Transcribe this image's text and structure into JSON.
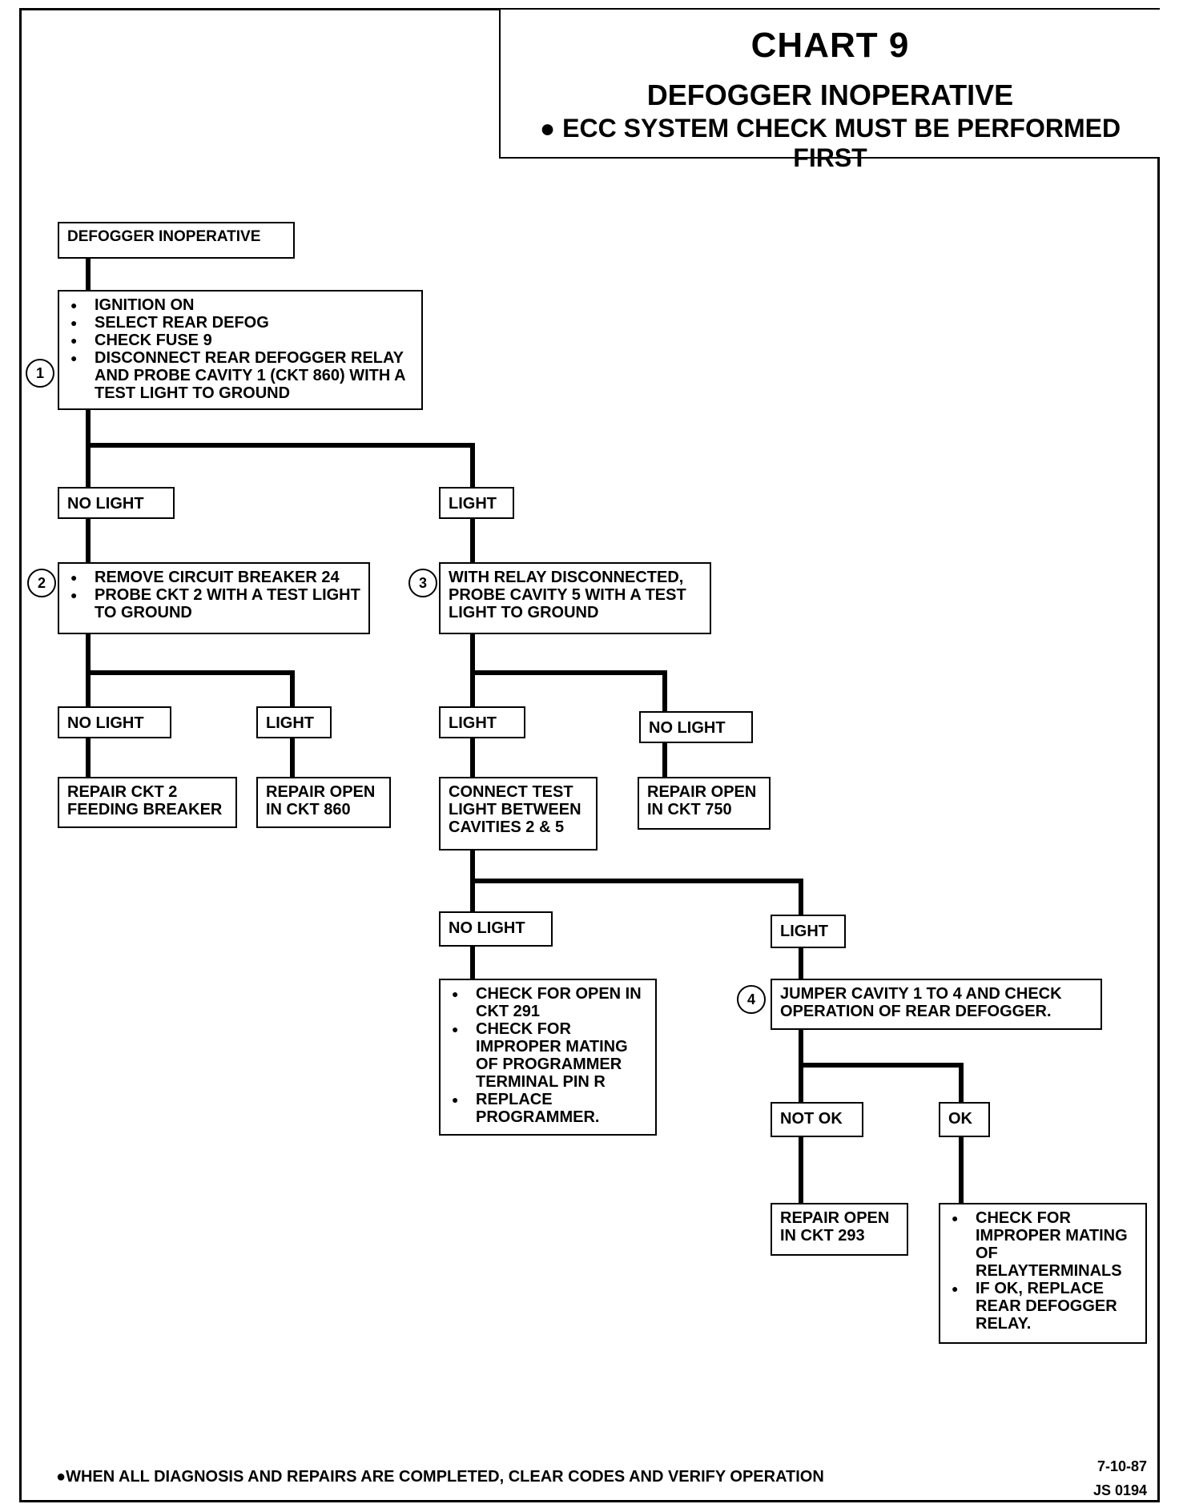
{
  "header": {
    "title": "CHART 9",
    "subtitle": "DEFOGGER INOPERATIVE",
    "note": "ECC SYSTEM CHECK MUST BE PERFORMED FIRST"
  },
  "nodes": {
    "start": "DEFOGGER INOPERATIVE",
    "step1": [
      "IGNITION ON",
      "SELECT REAR DEFOG",
      "CHECK FUSE 9",
      "DISCONNECT REAR DEFOGGER RELAY AND PROBE CAVITY 1 (CKT 860) WITH A TEST LIGHT TO GROUND"
    ],
    "step2": [
      "REMOVE CIRCUIT BREAKER 24",
      "PROBE CKT 2 WITH A TEST LIGHT TO GROUND"
    ],
    "step3": "WITH RELAY DISCONNECTED, PROBE CAVITY 5 WITH A TEST LIGHT TO GROUND",
    "repair_ckt2": "REPAIR CKT 2 FEEDING BREAKER",
    "repair_860": "REPAIR OPEN IN CKT 860",
    "connect_test": "CONNECT TEST LIGHT BETWEEN CAVITIES 2 & 5",
    "repair_750": "REPAIR OPEN IN CKT 750",
    "check_291": [
      "CHECK FOR OPEN IN CKT 291",
      "CHECK FOR IMPROPER MATING OF PROGRAMMER TERMINAL PIN R",
      "REPLACE PROGRAMMER."
    ],
    "step4": "JUMPER CAVITY 1 TO 4 AND CHECK OPERATION OF REAR DEFOGGER.",
    "repair_293": "REPAIR OPEN IN CKT 293",
    "check_relay": [
      "CHECK FOR IMPROPER MATING OF RELAYTERMINALS",
      "IF OK, REPLACE REAR DEFOGGER RELAY."
    ]
  },
  "labels": {
    "no_light": "NO LIGHT",
    "light": "LIGHT",
    "not_ok": "NOT OK",
    "ok": "OK"
  },
  "steps": [
    "1",
    "2",
    "3",
    "4"
  ],
  "footer": {
    "note": "●WHEN ALL DIAGNOSIS AND REPAIRS ARE COMPLETED, CLEAR CODES AND VERIFY OPERATION",
    "date": "7-10-87",
    "code": "JS 0194"
  }
}
